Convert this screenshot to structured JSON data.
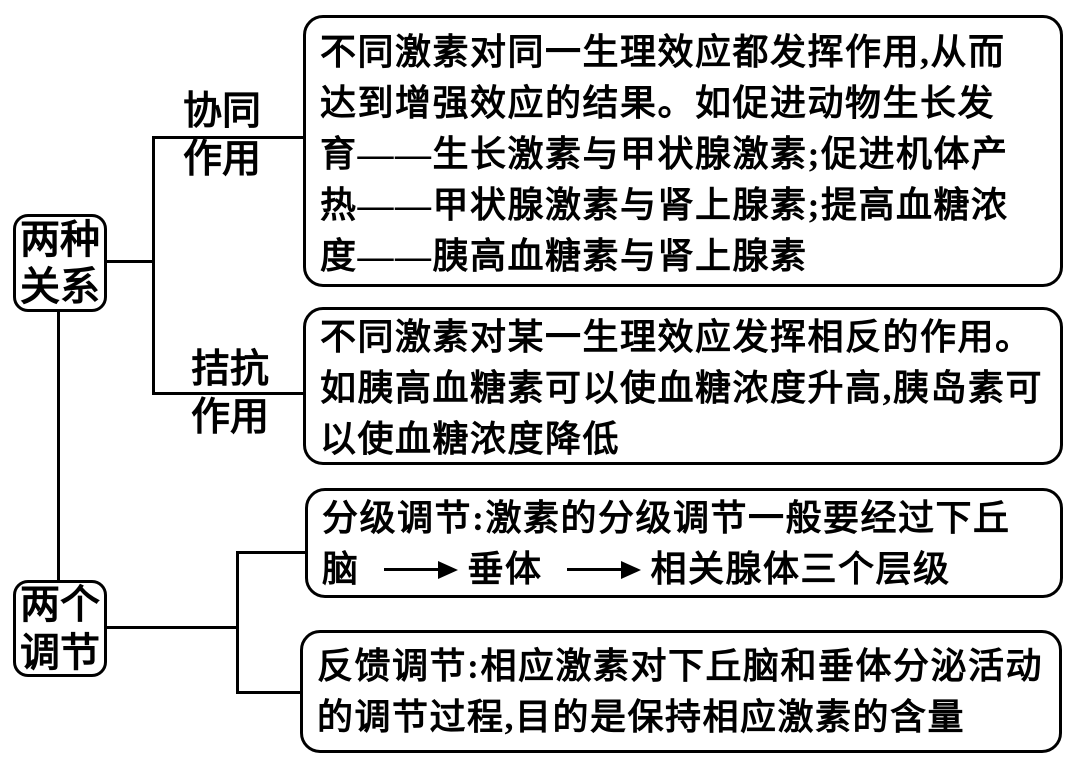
{
  "diagram": {
    "background": "#ffffff",
    "stroke_color": "#000000"
  },
  "nodes": {
    "relations": {
      "line1": "两种",
      "line2": "关系"
    },
    "regulations": {
      "line1": "两个",
      "line2": "调节"
    }
  },
  "branches": {
    "synergy": {
      "line1": "协同",
      "line2": "作用"
    },
    "antagonism": {
      "line1": "拮抗",
      "line2": "作用"
    }
  },
  "boxes": {
    "synergy_detail": {
      "lines": [
        "不同激素对同一生理效应都发挥作用,从而",
        "达到增强效应的结果。如促进动物生长发",
        "育——生长激素与甲状腺激素;促进机体产",
        "热——甲状腺激素与肾上腺素;提高血糖浓",
        "度——胰高血糖素与肾上腺素"
      ]
    },
    "antagonism_detail": {
      "lines": [
        "不同激素对某一生理效应发挥相反的作用。",
        "如胰高血糖素可以使血糖浓度升高,胰岛素可",
        "以使血糖浓度降低"
      ]
    },
    "hierarchical_regulation": {
      "line1": "分级调节:激素的分级调节一般要经过下丘",
      "flow": {
        "start": "脑",
        "middle": "垂体",
        "end": "相关腺体三个层级"
      }
    },
    "feedback_regulation": {
      "lines": [
        "反馈调节:相应激素对下丘脑和垂体分泌活动",
        "的调节过程,目的是保持相应激素的含量"
      ]
    }
  }
}
